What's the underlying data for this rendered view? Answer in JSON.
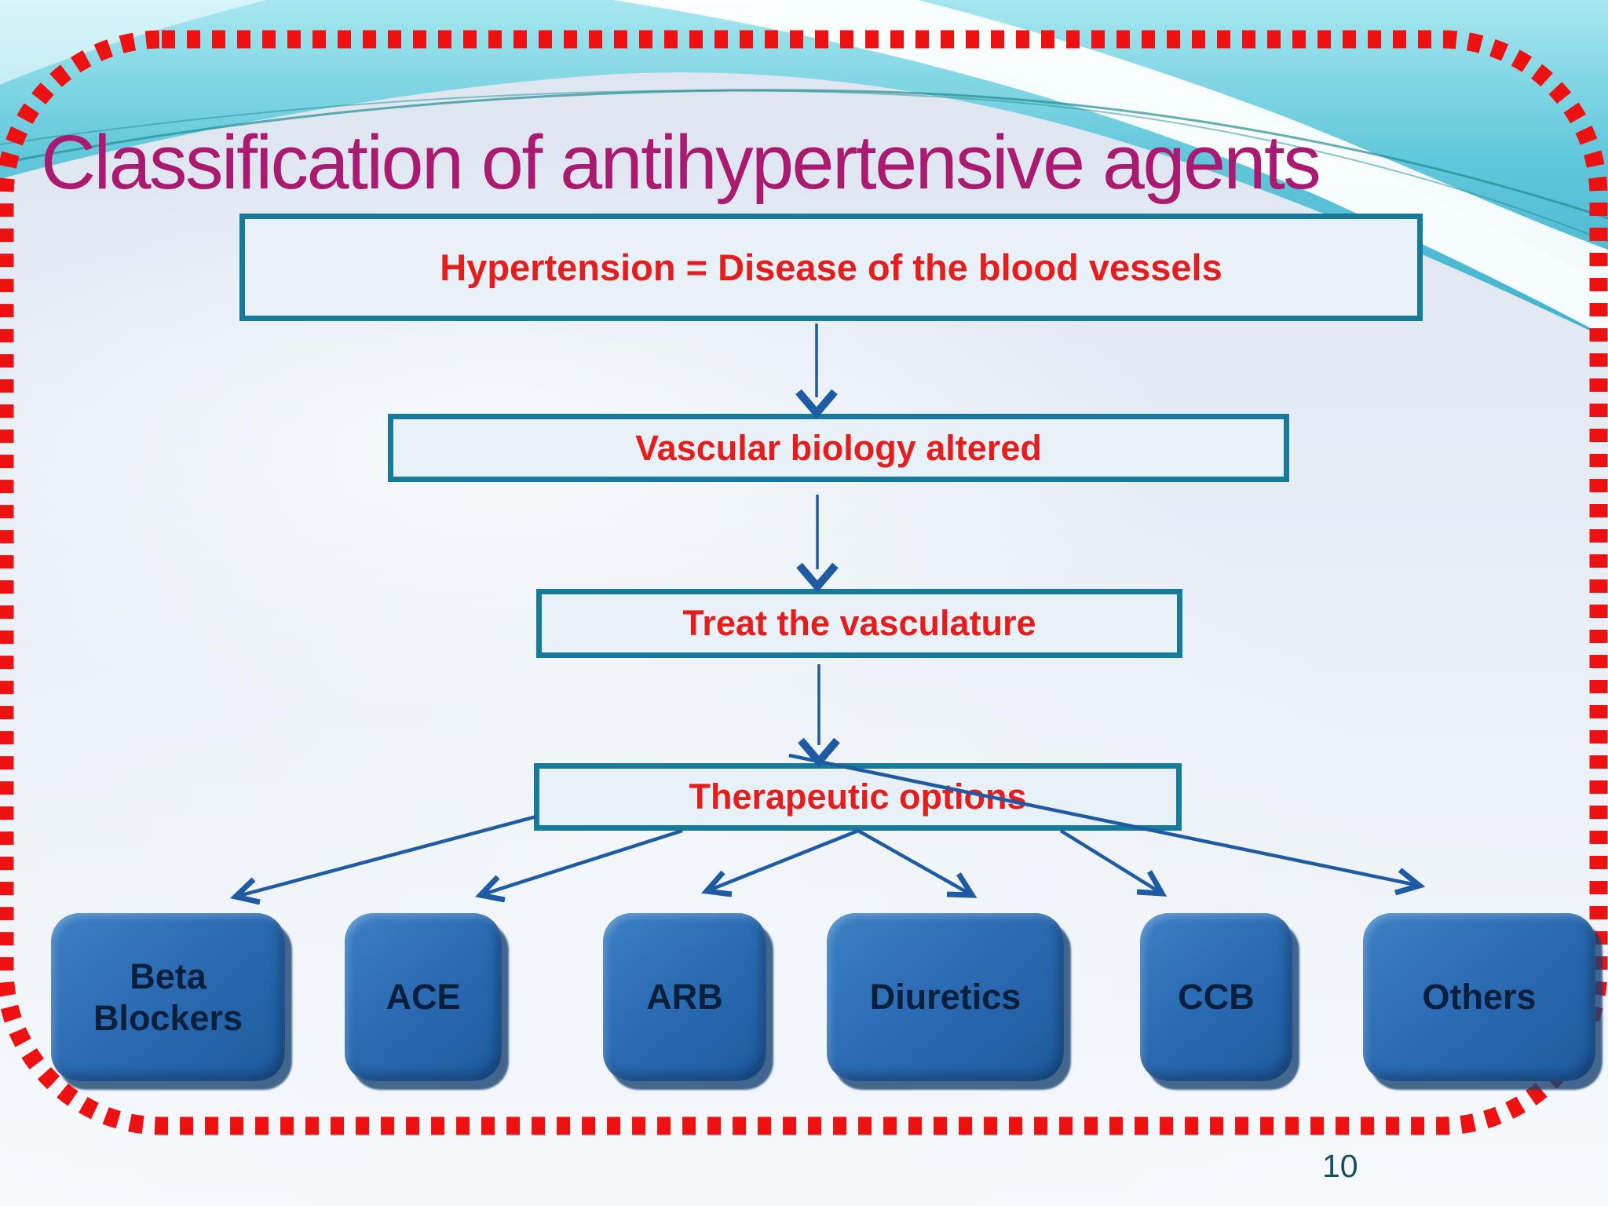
{
  "slide": {
    "title": "Classification of antihypertensive agents",
    "page_number": "10"
  },
  "flow": {
    "boxes": [
      {
        "label": "Hypertension =  Disease of the blood vessels"
      },
      {
        "label": "Vascular biology altered"
      },
      {
        "label": "Treat the vasculature"
      },
      {
        "label": "Therapeutic options"
      }
    ],
    "connections": [
      "Hypertension = Disease of the blood vessels -> Vascular biology altered",
      "Vascular biology altered -> Treat the vasculature",
      "Treat the vasculature -> Therapeutic options",
      "Therapeutic options -> Beta Blockers",
      "Therapeutic options -> ACE",
      "Therapeutic options -> ARB",
      "Therapeutic options -> Diuretics",
      "Therapeutic options -> CCB",
      "Therapeutic options -> Others"
    ]
  },
  "drugs": [
    {
      "label": "Beta Blockers"
    },
    {
      "label": "ACE"
    },
    {
      "label": "ARB"
    },
    {
      "label": "Diuretics"
    },
    {
      "label": "CCB"
    },
    {
      "label": "Others"
    }
  ],
  "colors": {
    "title": "#aa1a70",
    "flow_text": "#e51d1d",
    "flow_border": "#187a9b",
    "drug_box": "#2b6cb4",
    "drug_text": "#0a1f3c",
    "arrow": "#1e5ba3",
    "dashed_border": "#ee1111",
    "page_number": "#15505f"
  }
}
